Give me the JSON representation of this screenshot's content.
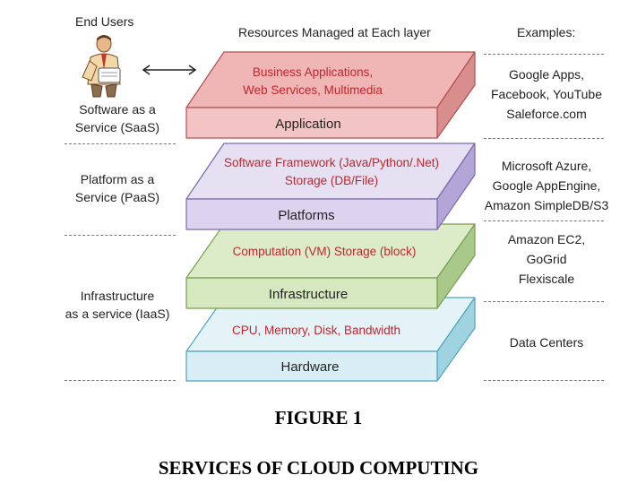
{
  "headers": {
    "end_users": "End Users",
    "resources": "Resources Managed at Each layer",
    "examples": "Examples:"
  },
  "service_models": {
    "saas": [
      "Software as a",
      "Service (SaaS)"
    ],
    "paas": [
      "Platform as a",
      "Service (PaaS)"
    ],
    "iaas": [
      "Infrastructure",
      "as a service (IaaS)"
    ]
  },
  "layers": {
    "application": {
      "name": "Application",
      "resources": [
        "Business Applications,",
        "Web Services,  Multimedia"
      ],
      "top_color": "#f0b5b5",
      "front_color": "#f2c4c4",
      "side_color": "#d98e8e",
      "edge_color": "#b05050"
    },
    "platforms": {
      "name": "Platforms",
      "resources": [
        "Software Framework (Java/Python/.Net)",
        "Storage (DB/File)"
      ],
      "top_color": "#e6e0f3",
      "front_color": "#dcd4ee",
      "side_color": "#b3a6d6",
      "edge_color": "#7a68ad"
    },
    "infrastructure": {
      "name": "Infrastructure",
      "resources": [
        "Computation (VM)  Storage (block)"
      ],
      "top_color": "#dcecc9",
      "front_color": "#d6e8bf",
      "side_color": "#a9c98a",
      "edge_color": "#779e4e"
    },
    "hardware": {
      "name": "Hardware",
      "resources": [
        "CPU, Memory, Disk, Bandwidth"
      ],
      "top_color": "#e3f3f7",
      "front_color": "#d8eef4",
      "side_color": "#9fd3e0",
      "edge_color": "#4ea5bd"
    }
  },
  "examples": {
    "saas": [
      "Google Apps,",
      "Facebook, YouTube",
      "Saleforce.com"
    ],
    "paas": [
      "Microsoft Azure,",
      "Google AppEngine,",
      "Amazon SimpleDB/S3"
    ],
    "iaas": [
      "Amazon EC2,",
      "GoGrid",
      "Flexiscale"
    ],
    "hardware": [
      "Data Centers"
    ]
  },
  "resource_text_color": "#c0262d",
  "figure": {
    "label": "FIGURE 1",
    "title": "SERVICES OF CLOUD COMPUTING"
  }
}
